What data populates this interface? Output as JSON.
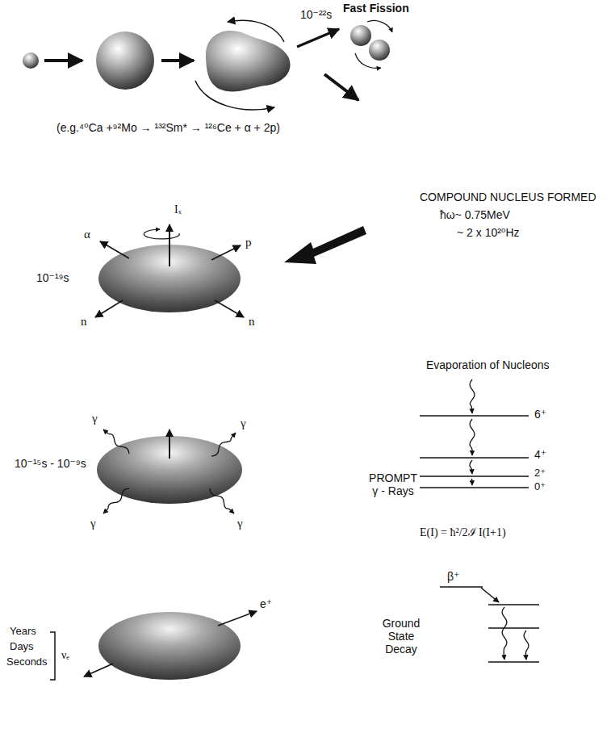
{
  "diagram": {
    "labels": [
      "Fast Fission",
      "10⁻²²s",
      "(e.g.⁴⁰Ca +⁹²Mo → ¹³²Sm* → ¹²⁶Ce + α + 2p)",
      "COMPOUND NUCLEUS FORMED",
      "ħω~ 0.75MeV",
      "~ 2 x 10²⁰Hz",
      "Iₓ",
      "α",
      "p",
      "n",
      "n",
      "10⁻¹⁹s",
      "Evaporation of Nucleons",
      "6⁺",
      "4⁺",
      "2⁺",
      "0⁺",
      "PROMPT γ - Rays",
      "E(I) = ħ²/2ℐ I(I+1)",
      "γ",
      "γ",
      "γ",
      "γ",
      "10⁻¹⁵s - 10⁻⁹s",
      "Years",
      "Days",
      "Seconds",
      "νₑ",
      "e⁺",
      "β⁺",
      "Ground State Decay"
    ]
  }
}
